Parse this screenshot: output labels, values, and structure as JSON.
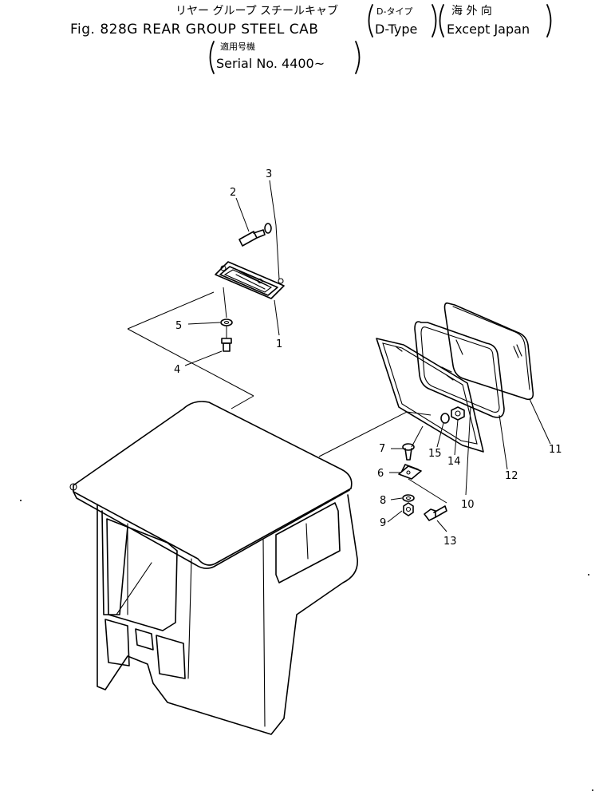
{
  "header": {
    "jp_line": "リヤー グループ スチールキャブ",
    "fig_line": "Fig. 828G  REAR  GROUP STEEL CAB",
    "dtype_jp": "D-タイプ",
    "dtype_en": "D-Type",
    "overseas_jp": "海   外   向",
    "overseas_en": "Except Japan",
    "serial_jp": "適用号機",
    "serial_en": "Serial No. 4400~"
  },
  "callouts": [
    {
      "id": "1",
      "text": "1"
    },
    {
      "id": "2",
      "text": "2"
    },
    {
      "id": "3",
      "text": "3"
    },
    {
      "id": "4",
      "text": "4"
    },
    {
      "id": "5",
      "text": "5"
    },
    {
      "id": "6",
      "text": "6"
    },
    {
      "id": "7",
      "text": "7"
    },
    {
      "id": "8",
      "text": "8"
    },
    {
      "id": "9",
      "text": "9"
    },
    {
      "id": "10",
      "text": "10"
    },
    {
      "id": "11",
      "text": "11"
    },
    {
      "id": "12",
      "text": "12"
    },
    {
      "id": "13",
      "text": "13"
    },
    {
      "id": "14",
      "text": "14"
    },
    {
      "id": "15",
      "text": "15"
    }
  ]
}
